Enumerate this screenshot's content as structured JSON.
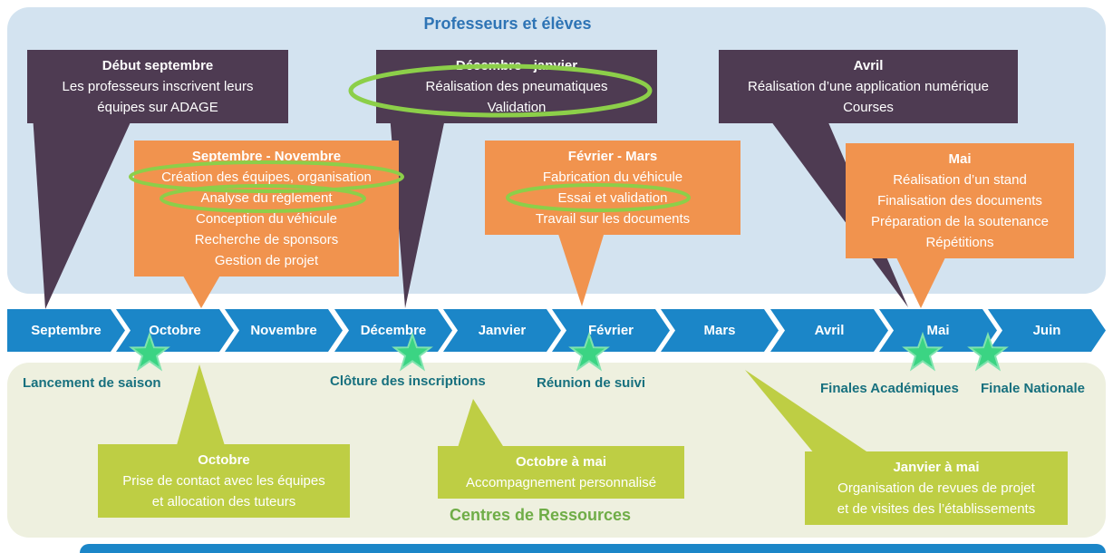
{
  "top_panel": {
    "title": "Professeurs et élèves",
    "callouts": {
      "purple": [
        {
          "title": "Début septembre",
          "lines": [
            "Les professeurs inscrivent leurs",
            "équipes sur ADAGE"
          ]
        },
        {
          "title": "Décembre - janvier",
          "lines": [
            "Réalisation des pneumatiques",
            "Validation"
          ]
        },
        {
          "title": "Avril",
          "lines": [
            "Réalisation d’une application numérique",
            "Courses"
          ]
        }
      ],
      "orange": [
        {
          "title": "Septembre - Novembre",
          "lines": [
            "Création des équipes, organisation",
            "Analyse du règlement",
            "Conception du véhicule",
            "Recherche de sponsors",
            "Gestion de projet"
          ]
        },
        {
          "title": "Février - Mars",
          "lines": [
            "Fabrication du véhicule",
            "Essai et validation",
            "Travail sur les documents"
          ]
        },
        {
          "title": "Mai",
          "lines": [
            "Réalisation d’un stand",
            "Finalisation des documents",
            "Préparation de la soutenance",
            "Répétitions"
          ]
        }
      ]
    }
  },
  "timeline": {
    "months": [
      "Septembre",
      "Octobre",
      "Novembre",
      "Décembre",
      "Janvier",
      "Février",
      "Mars",
      "Avril",
      "Mai",
      "Juin"
    ]
  },
  "bottom_panel": {
    "title": "Centres de Ressources",
    "milestone_labels": [
      "Lancement de saison",
      "Clôture des inscriptions",
      "Réunion de suivi",
      "Finales Académiques",
      "Finale Nationale"
    ],
    "callouts": [
      {
        "title": "Octobre",
        "lines": [
          "Prise de contact avec les équipes",
          "et allocation des tuteurs"
        ]
      },
      {
        "title": "Octobre à mai",
        "lines": [
          "Accompagnement personnalisé"
        ]
      },
      {
        "title": "Janvier à mai",
        "lines": [
          "Organisation de revues de projet",
          "et de visites des l’établissements"
        ]
      }
    ]
  },
  "colors": {
    "panel_top_bg": "#d3e3f0",
    "panel_bottom_bg": "#eef0df",
    "purple_callout": "#4e3b52",
    "orange_callout": "#f1934e",
    "olive_callout": "#bece44",
    "timeline_blue": "#1b86c8",
    "star_green": "#3bd483",
    "highlight_ellipse_green": "#8ccf49",
    "teal_label": "#17707e",
    "top_title_blue": "#2e74b5",
    "bottom_title_green": "#6fad47"
  }
}
